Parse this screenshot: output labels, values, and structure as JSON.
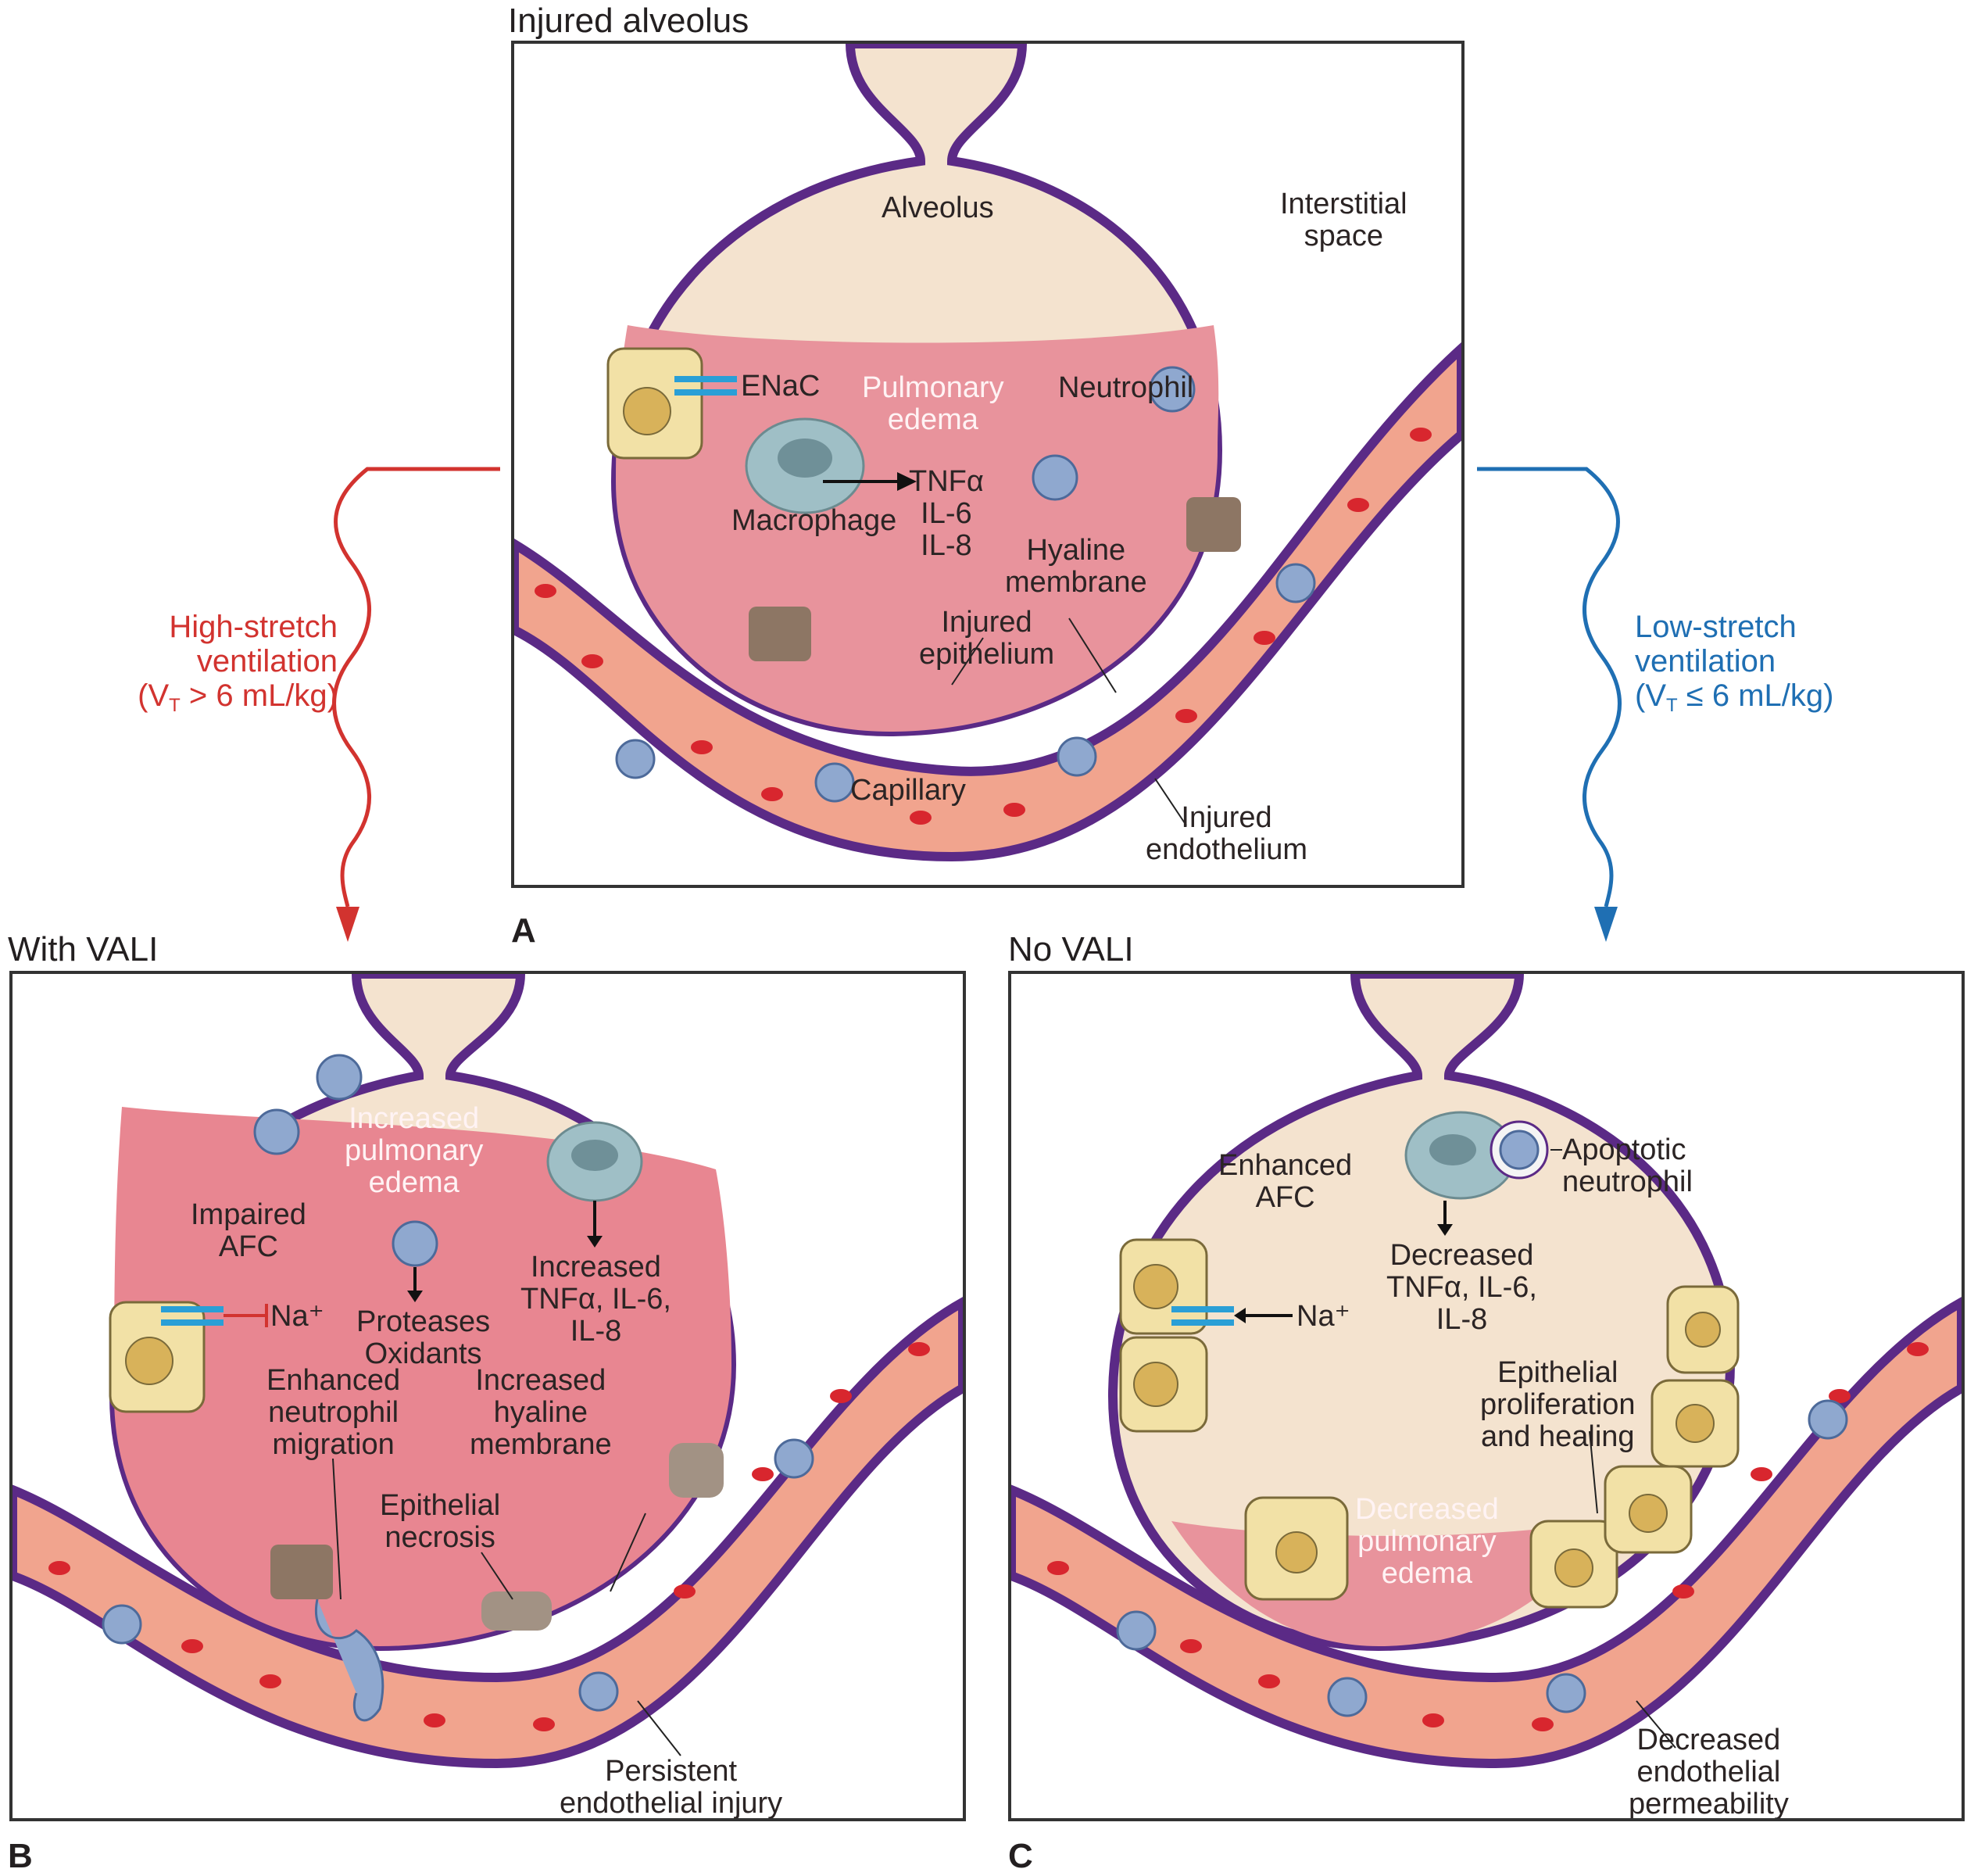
{
  "panels": {
    "a": {
      "title": "Injured alveolus",
      "letter": "A",
      "labels": {
        "alveolus": "Alveolus",
        "interstitial_1": "Interstitial",
        "interstitial_2": "space",
        "enac": "ENaC",
        "edema_1": "Pulmonary",
        "edema_2": "edema",
        "neutrophil": "Neutrophil",
        "macrophage": "Macrophage",
        "cytokine_1": "TNFα",
        "cytokine_2": "IL-6",
        "cytokine_3": "IL-8",
        "hyaline_1": "Hyaline",
        "hyaline_2": "membrane",
        "epithelium_1": "Injured",
        "epithelium_2": "epithelium",
        "capillary": "Capillary",
        "endothelium_1": "Injured",
        "endothelium_2": "endothelium"
      }
    },
    "b": {
      "title": "With VALI",
      "letter": "B",
      "labels": {
        "edema_1": "Increased",
        "edema_2": "pulmonary",
        "edema_3": "edema",
        "afc_1": "Impaired",
        "afc_2": "AFC",
        "na": "Na⁺",
        "proteases": "Proteases",
        "oxidants": "Oxidants",
        "cytokines_1": "Increased",
        "cytokines_2": "TNFα, IL-6,",
        "cytokines_3": "IL-8",
        "migration_1": "Enhanced",
        "migration_2": "neutrophil",
        "migration_3": "migration",
        "hyaline_1": "Increased",
        "hyaline_2": "hyaline",
        "hyaline_3": "membrane",
        "necrosis_1": "Epithelial",
        "necrosis_2": "necrosis",
        "endo_1": "Persistent",
        "endo_2": "endothelial injury"
      }
    },
    "c": {
      "title": "No VALI",
      "letter": "C",
      "labels": {
        "afc_1": "Enhanced",
        "afc_2": "AFC",
        "apoptotic_1": "Apoptotic",
        "apoptotic_2": "neutrophil",
        "cytokines_1": "Decreased",
        "cytokines_2": "TNFα, IL-6,",
        "cytokines_3": "IL-8",
        "na": "Na⁺",
        "healing_1": "Epithelial",
        "healing_2": "proliferation",
        "healing_3": "and healing",
        "edema_1": "Decreased",
        "edema_2": "pulmonary",
        "edema_3": "edema",
        "perm_1": "Decreased",
        "perm_2": "endothelial",
        "perm_3": "permeability"
      }
    }
  },
  "arrows": {
    "high": {
      "line1": "High-stretch",
      "line2": "ventilation",
      "line3_pre": "(V",
      "line3_sub": "T",
      "line3_post": " > 6 mL/kg)",
      "color": "#d2332f"
    },
    "low": {
      "line1": "Low-stretch",
      "line2": "ventilation",
      "line3_pre": "(V",
      "line3_sub": "T",
      "line3_post": " ≤ 6 mL/kg)",
      "color": "#1f6fb3"
    }
  },
  "colors": {
    "alveolar_wall": "#5b2a86",
    "epithelium": "#f2e1a6",
    "alveolar_space": "#f4e3cf",
    "edema": "#e8939c",
    "capillary": "#f1a48e",
    "rbc": "#d8262e",
    "neutrophil": "#8fa8cf",
    "macrophage": "#9fbfc6",
    "injured_cell": "#8d7664"
  }
}
